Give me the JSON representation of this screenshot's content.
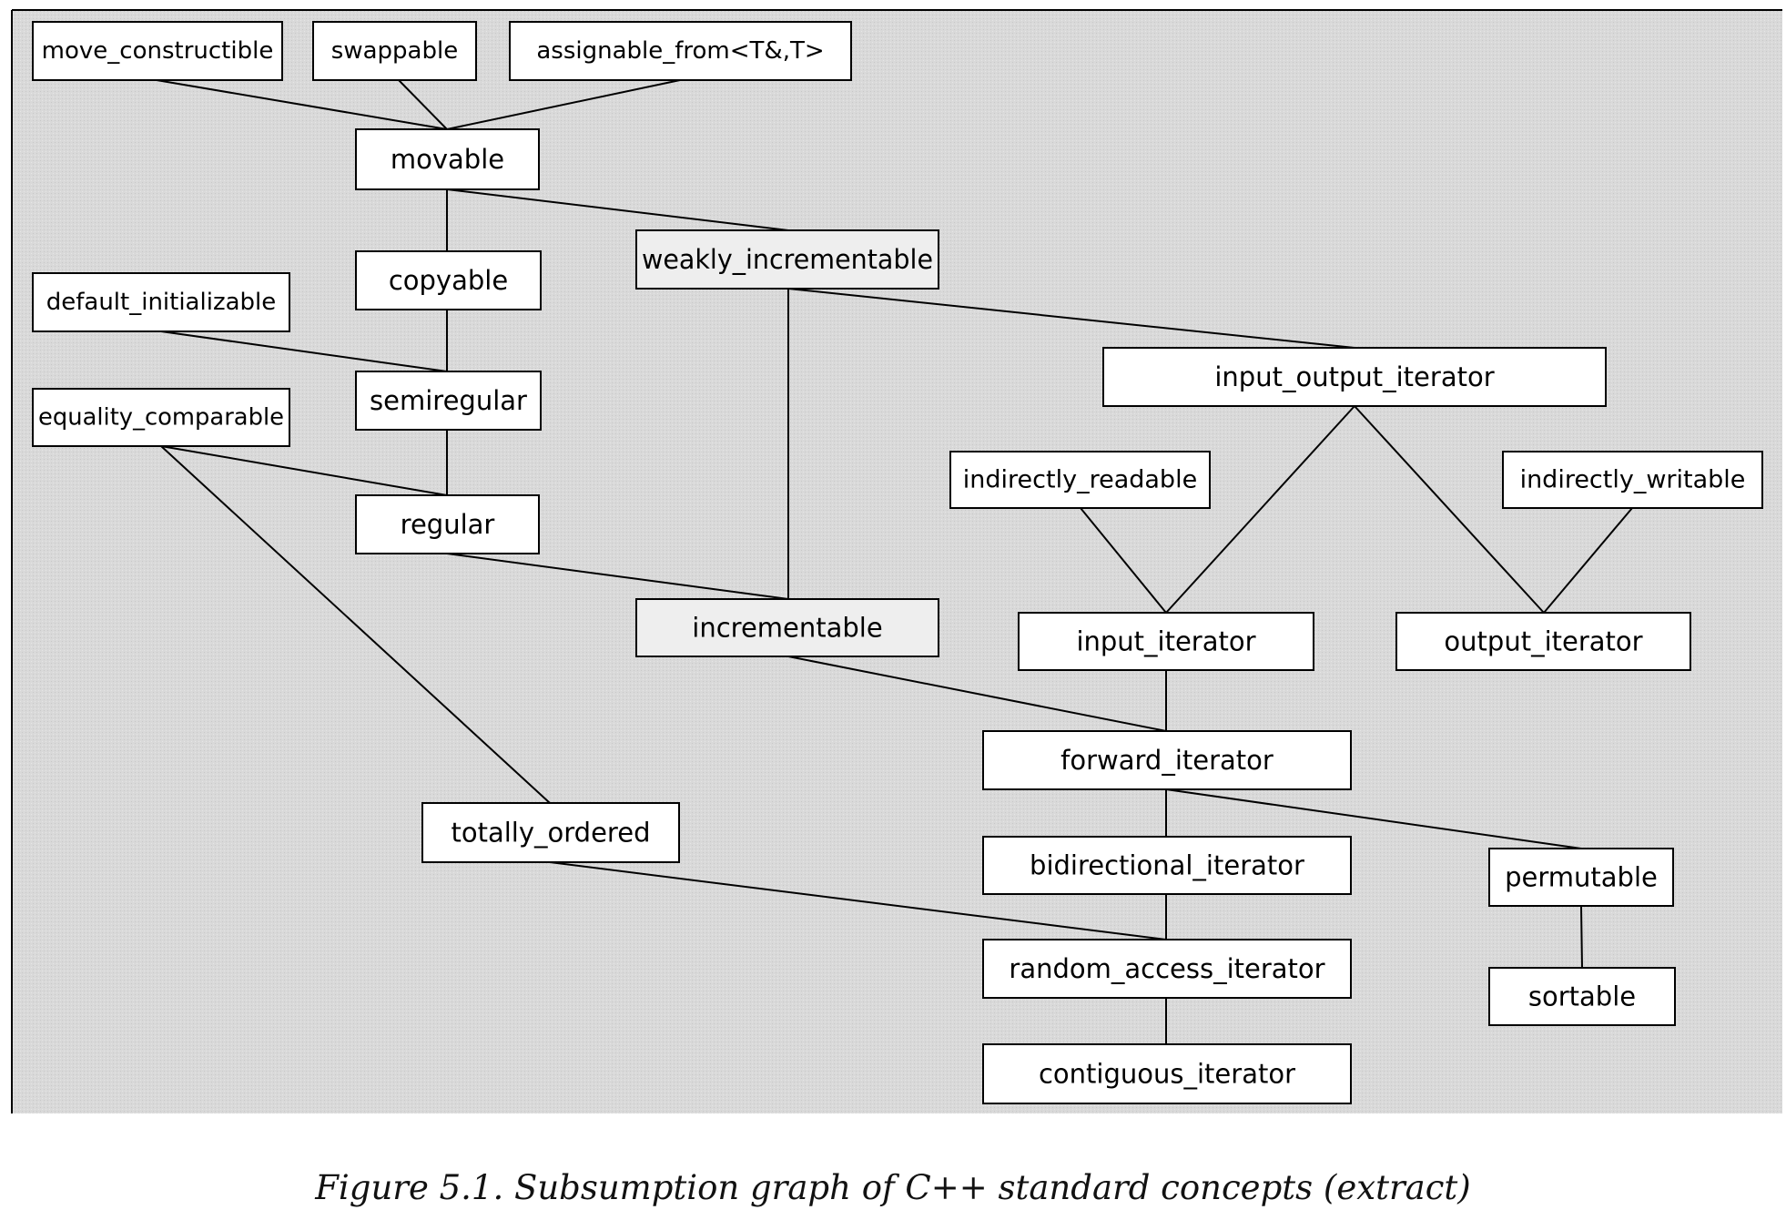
{
  "figure": {
    "caption": "Figure 5.1. Subsumption graph of C++ standard concepts (extract)"
  },
  "concepts": {
    "move_constructible": "move_constructible",
    "swappable": "swappable",
    "assignable_from": "assignable_from<T&,T>",
    "movable": "movable",
    "copyable": "copyable",
    "weakly_incrementable": "weakly_incrementable",
    "default_initializable": "default_initializable",
    "semiregular": "semiregular",
    "equality_comparable": "equality_comparable",
    "regular": "regular",
    "input_output_iterator": "input_output_iterator",
    "indirectly_readable": "indirectly_readable",
    "indirectly_writable": "indirectly_writable",
    "incrementable": "incrementable",
    "input_iterator": "input_iterator",
    "output_iterator": "output_iterator",
    "forward_iterator": "forward_iterator",
    "totally_ordered": "totally_ordered",
    "bidirectional_iterator": "bidirectional_iterator",
    "permutable": "permutable",
    "random_access_iterator": "random_access_iterator",
    "sortable": "sortable",
    "contiguous_iterator": "contiguous_iterator"
  },
  "edges": [
    [
      "move_constructible",
      "movable"
    ],
    [
      "swappable",
      "movable"
    ],
    [
      "assignable_from",
      "movable"
    ],
    [
      "movable",
      "copyable"
    ],
    [
      "movable",
      "weakly_incrementable"
    ],
    [
      "copyable",
      "semiregular"
    ],
    [
      "default_initializable",
      "semiregular"
    ],
    [
      "semiregular",
      "regular"
    ],
    [
      "equality_comparable",
      "regular"
    ],
    [
      "equality_comparable",
      "totally_ordered"
    ],
    [
      "weakly_incrementable",
      "input_output_iterator"
    ],
    [
      "weakly_incrementable",
      "incrementable"
    ],
    [
      "regular",
      "incrementable"
    ],
    [
      "input_output_iterator",
      "input_iterator"
    ],
    [
      "indirectly_readable",
      "input_iterator"
    ],
    [
      "input_output_iterator",
      "output_iterator"
    ],
    [
      "indirectly_writable",
      "output_iterator"
    ],
    [
      "input_iterator",
      "forward_iterator"
    ],
    [
      "incrementable",
      "forward_iterator"
    ],
    [
      "forward_iterator",
      "bidirectional_iterator"
    ],
    [
      "forward_iterator",
      "permutable"
    ],
    [
      "bidirectional_iterator",
      "random_access_iterator"
    ],
    [
      "totally_ordered",
      "random_access_iterator"
    ],
    [
      "permutable",
      "sortable"
    ],
    [
      "random_access_iterator",
      "contiguous_iterator"
    ]
  ]
}
